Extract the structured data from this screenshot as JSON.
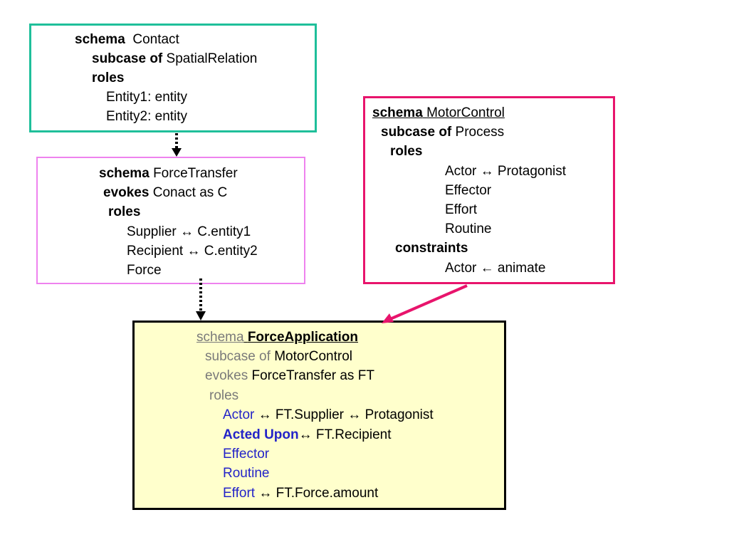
{
  "contact": {
    "schema_kw": "schema",
    "schema_name": "Contact",
    "subcase_kw": "subcase of",
    "subcase_val": "SpatialRelation",
    "roles_kw": "roles",
    "role1": "Entity1: entity",
    "role2": "Entity2: entity",
    "border_color": "#1fbf9a"
  },
  "forcetransfer": {
    "schema_kw": "schema",
    "schema_name": "ForceTransfer",
    "evokes_kw": "evokes",
    "evokes_val": "Conact as C",
    "roles_kw": "roles",
    "role1": "Supplier ↔ C.entity1",
    "role2": "Recipient ↔ C.entity2",
    "role3": "Force",
    "border_color": "#ee82ee"
  },
  "motorcontrol": {
    "schema_kw": "schema",
    "schema_name": "MotorControl",
    "subcase_kw": "subcase of",
    "subcase_val": "Process",
    "roles_kw": "roles",
    "role1": "Actor ↔ Protagonist",
    "role2": "Effector",
    "role3": "Effort",
    "role4": "Routine",
    "constraints_kw": "constraints",
    "constraint1": "Actor ← animate",
    "border_color": "#e8146c"
  },
  "forceapplication": {
    "schema_kw": "schema",
    "schema_name": "ForceApplication",
    "subcase_kw": "subcase of",
    "subcase_val": "MotorControl",
    "evokes_kw": "evokes",
    "evokes_val": "ForceTransfer as FT",
    "roles_kw": "roles",
    "actor_name": "Actor",
    "actor_rest": "↔  FT.Supplier ↔ Protagonist",
    "acted_upon_name": "Acted Upon",
    "acted_upon_rest": "↔ FT.Recipient",
    "effector_name": "Effector",
    "routine_name": "Routine",
    "effort_name": "Effort",
    "effort_rest": "↔  FT.Force.amount",
    "background": "#ffffcc"
  },
  "colors": {
    "keyword_gray": "#7a7a7a",
    "role_blue": "#2323c8",
    "motor_arrow": "#e8146c"
  }
}
